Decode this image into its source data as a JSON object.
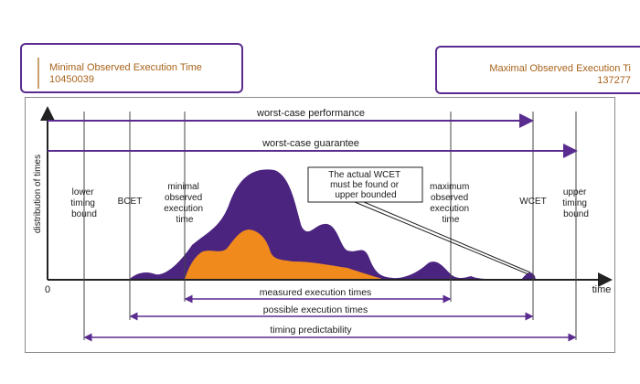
{
  "boxes": {
    "min_label": "Minimal Observed Execution Time",
    "min_value": "10450039",
    "max_label": "Maximal Observed Execution Ti",
    "max_value": "137277"
  },
  "axes": {
    "y_label": "distribution of times",
    "origin": "0",
    "x_label": "time"
  },
  "top_arrows": {
    "performance": "worst-case performance",
    "guarantee": "worst-case guarantee"
  },
  "markers": {
    "lower_bound": [
      "lower",
      "timing",
      "bound"
    ],
    "bcet": [
      "BCET"
    ],
    "min_observed": [
      "minimal",
      "observed",
      "execution",
      "time"
    ],
    "max_observed": [
      "maximum",
      "observed",
      "execution",
      "time"
    ],
    "wcet": [
      "WCET"
    ],
    "upper_bound": [
      "upper",
      "timing",
      "bound"
    ]
  },
  "callout": [
    "The actual WCET",
    "must be found or",
    "upper bounded"
  ],
  "bottom_ranges": {
    "measured": "measured execution times",
    "possible": "possible execution times",
    "predictability": "timing predictability"
  },
  "colors": {
    "purple": "#4b2480",
    "orange": "#f08a1c",
    "arrow": "#5b2c8f",
    "line": "#222222"
  }
}
